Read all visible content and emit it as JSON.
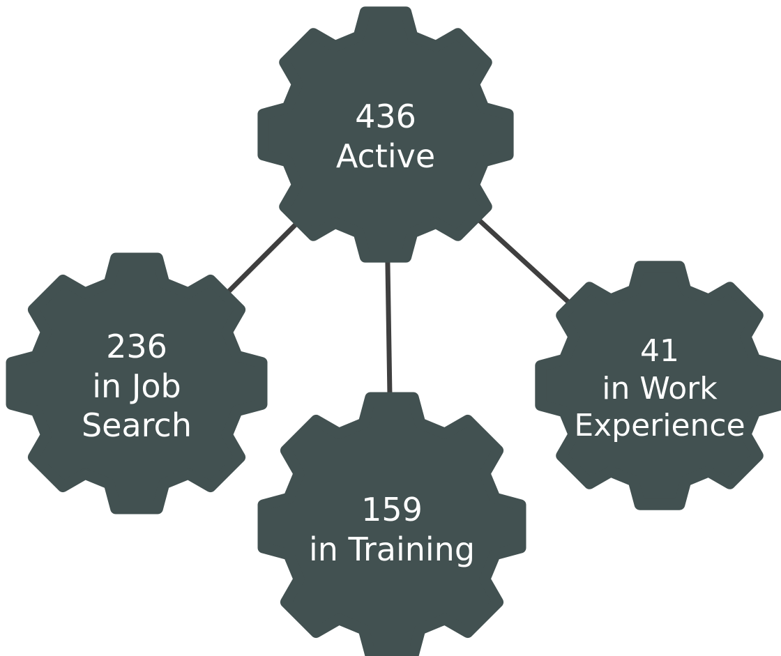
{
  "diagram": {
    "gear_color": "#425151",
    "connector_color": "#3f3f3f",
    "background": "#ffffff",
    "nodes": [
      {
        "id": "active",
        "lines": [
          "436",
          "Active"
        ]
      },
      {
        "id": "job-search",
        "lines": [
          "236",
          "in Job",
          "Search"
        ]
      },
      {
        "id": "training",
        "lines": [
          "159",
          "in Training"
        ]
      },
      {
        "id": "work-experience",
        "lines": [
          "41",
          "in Work",
          "Experience"
        ]
      }
    ],
    "edges": [
      {
        "from": "active",
        "to": "job-search"
      },
      {
        "from": "active",
        "to": "training"
      },
      {
        "from": "active",
        "to": "work-experience"
      }
    ]
  }
}
